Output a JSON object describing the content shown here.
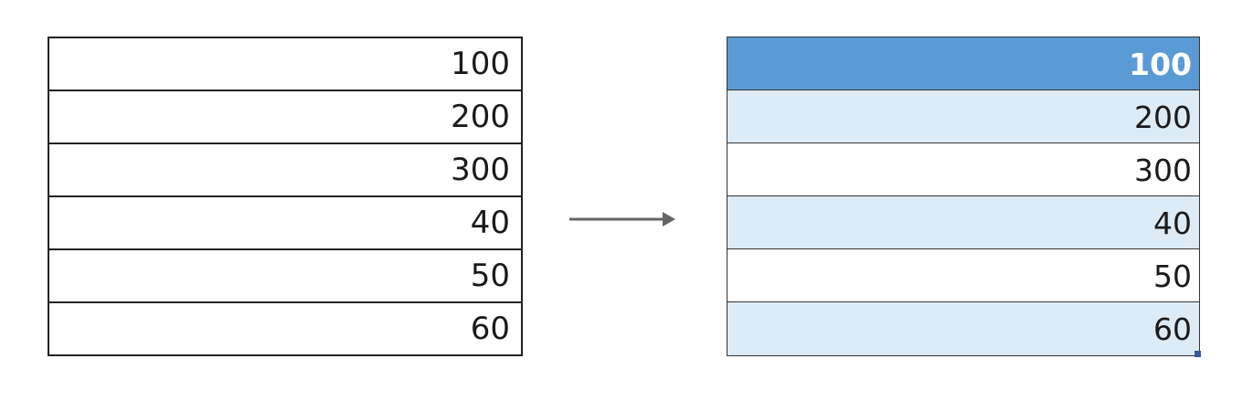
{
  "before_table": {
    "cells": [
      "100",
      "200",
      "300",
      "40",
      "50",
      "60"
    ]
  },
  "after_table": {
    "cells": [
      "100",
      "200",
      "300",
      "40",
      "50",
      "60"
    ],
    "header_color": "#5b9bd5",
    "band_color": "#ddebf7",
    "plain_color": "#ffffff",
    "row_styles": [
      "header",
      "band",
      "plain",
      "band",
      "plain",
      "band"
    ]
  },
  "arrow": {
    "icon": "right-arrow-icon",
    "color": "#666666"
  }
}
